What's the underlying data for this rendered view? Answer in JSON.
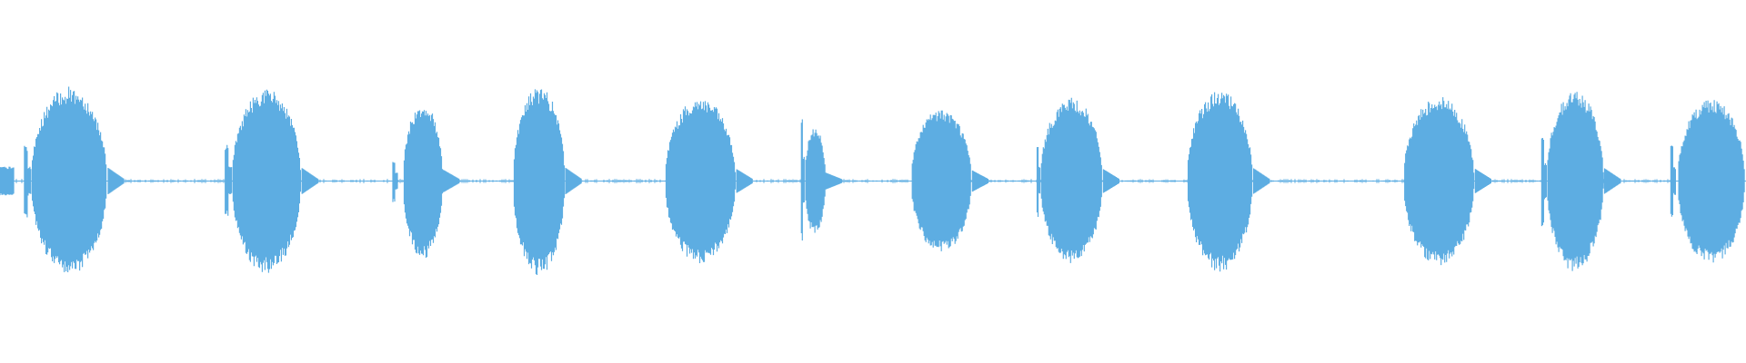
{
  "waveform": {
    "color": "#5dade2",
    "background": "#ffffff",
    "duration_fraction_segments": [
      {
        "start": 0.0,
        "end": 0.008,
        "amplitude": 0.1,
        "kind": "blip"
      },
      {
        "start": 0.014,
        "end": 0.018,
        "amplitude": 0.2,
        "kind": "click"
      },
      {
        "start": 0.018,
        "end": 0.062,
        "amplitude": 0.52,
        "kind": "burst"
      },
      {
        "start": 0.129,
        "end": 0.133,
        "amplitude": 0.2,
        "kind": "click"
      },
      {
        "start": 0.133,
        "end": 0.173,
        "amplitude": 0.51,
        "kind": "burst"
      },
      {
        "start": 0.225,
        "end": 0.228,
        "amplitude": 0.12,
        "kind": "click"
      },
      {
        "start": 0.231,
        "end": 0.254,
        "amplitude": 0.43,
        "kind": "burst"
      },
      {
        "start": 0.294,
        "end": 0.324,
        "amplitude": 0.52,
        "kind": "burst"
      },
      {
        "start": 0.381,
        "end": 0.422,
        "amplitude": 0.46,
        "kind": "burst"
      },
      {
        "start": 0.459,
        "end": 0.461,
        "amplitude": 0.35,
        "kind": "click"
      },
      {
        "start": 0.461,
        "end": 0.473,
        "amplitude": 0.3,
        "kind": "burst"
      },
      {
        "start": 0.522,
        "end": 0.557,
        "amplitude": 0.4,
        "kind": "burst"
      },
      {
        "start": 0.594,
        "end": 0.596,
        "amplitude": 0.2,
        "kind": "click"
      },
      {
        "start": 0.596,
        "end": 0.632,
        "amplitude": 0.46,
        "kind": "burst"
      },
      {
        "start": 0.68,
        "end": 0.718,
        "amplitude": 0.5,
        "kind": "burst"
      },
      {
        "start": 0.804,
        "end": 0.845,
        "amplitude": 0.47,
        "kind": "burst"
      },
      {
        "start": 0.883,
        "end": 0.886,
        "amplitude": 0.25,
        "kind": "click"
      },
      {
        "start": 0.886,
        "end": 0.919,
        "amplitude": 0.5,
        "kind": "burst"
      },
      {
        "start": 0.957,
        "end": 0.96,
        "amplitude": 0.2,
        "kind": "click"
      },
      {
        "start": 0.961,
        "end": 1.0,
        "amplitude": 0.46,
        "kind": "burst"
      }
    ],
    "baseline_noise_amplitude": 0.012
  }
}
